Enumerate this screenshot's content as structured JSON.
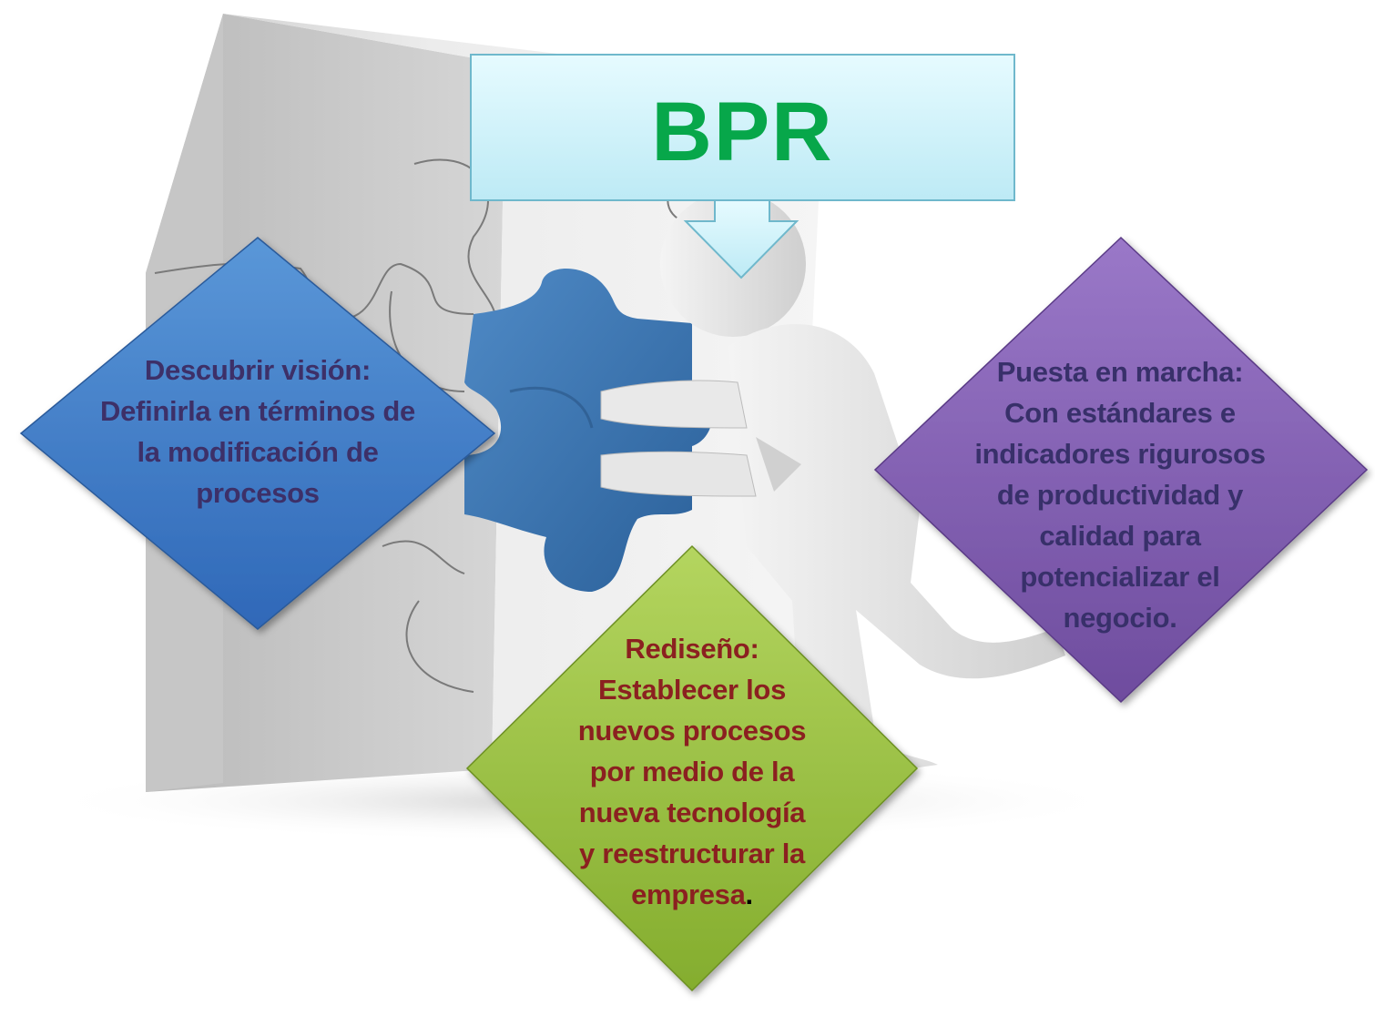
{
  "title": {
    "label": "BPR",
    "color": "#07a74a",
    "box_fill_top": "#e6fbff",
    "box_fill_bottom": "#bdeaf5",
    "box_border": "#6fb8cc"
  },
  "steps": [
    {
      "id": "descubrir",
      "heading": "Descubrir visión:",
      "lines": [
        "Definirla en términos de",
        "la modificación de",
        "procesos"
      ],
      "text_color": "#3d3068",
      "fill_light": "#5a97d8",
      "fill_dark": "#2f68b8"
    },
    {
      "id": "rediseno",
      "heading": "Rediseño:",
      "lines": [
        "Establecer los",
        "nuevos procesos",
        "por medio de la",
        "nueva tecnología",
        "y reestructurar la",
        "empresa"
      ],
      "trailing": ".",
      "text_color": "#8b2020",
      "fill_light": "#b4d55f",
      "fill_dark": "#84ad2e"
    },
    {
      "id": "puesta",
      "heading": "Puesta en marcha:",
      "lines": [
        "Con estándares e",
        "indicadores rigurosos",
        "de productividad y",
        "calidad para",
        "potencializar el",
        "negocio."
      ],
      "text_color": "#38306a",
      "fill_light": "#9a78c8",
      "fill_dark": "#6e4c9e"
    }
  ],
  "illustration": {
    "puzzle_wall_color": "#e2e2e2",
    "puzzle_piece_color": "#3a74b0",
    "figure_color": "#e8e8e8",
    "figure_shadow_color": "#c8c8c8"
  }
}
